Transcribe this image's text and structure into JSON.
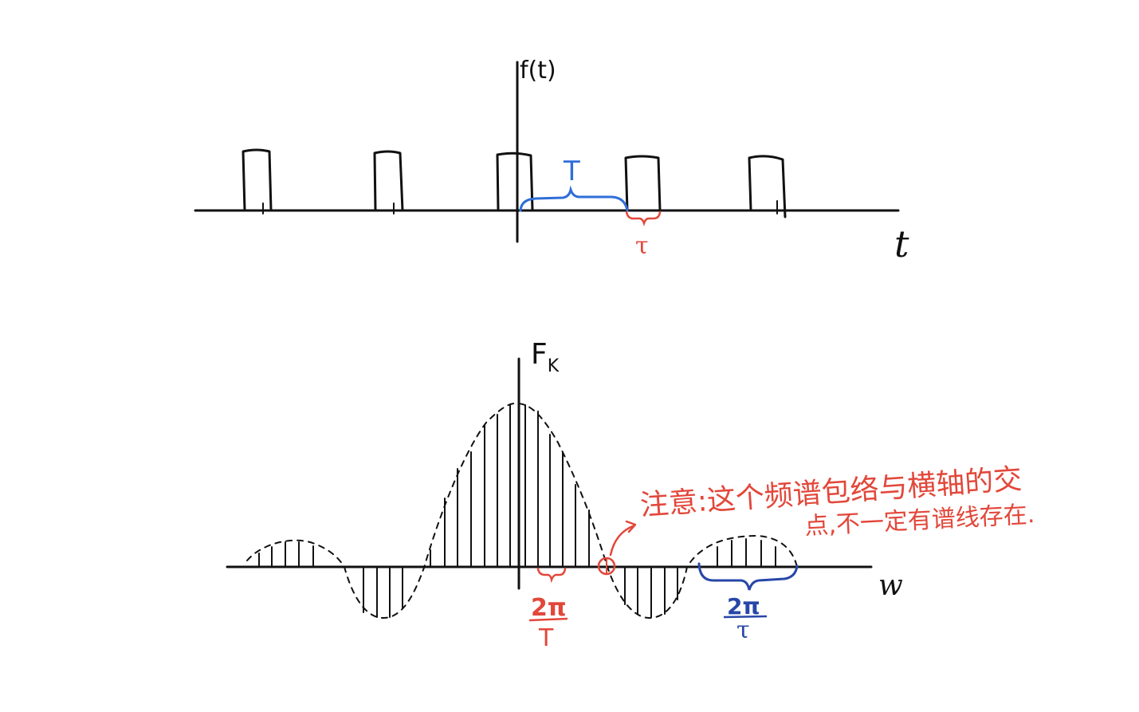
{
  "colors": {
    "ink": "#111111",
    "blue": "#2f6ed8",
    "red": "#e2473a",
    "navy": "#2747a8"
  },
  "top_plot": {
    "y_label": "f(t)",
    "x_label": "t",
    "period_label": "T",
    "width_label": "τ"
  },
  "bottom_plot": {
    "y_label": "F",
    "y_label_sub": "K",
    "x_label": "w",
    "red_brace_numerator": "2π",
    "red_brace_denominator": "T",
    "blue_brace_numerator": "2π",
    "blue_brace_denominator": "τ"
  },
  "annotation": {
    "line1": "注意:这个频谱包络与横轴的交",
    "line2": "点,不一定有谱线存在."
  }
}
